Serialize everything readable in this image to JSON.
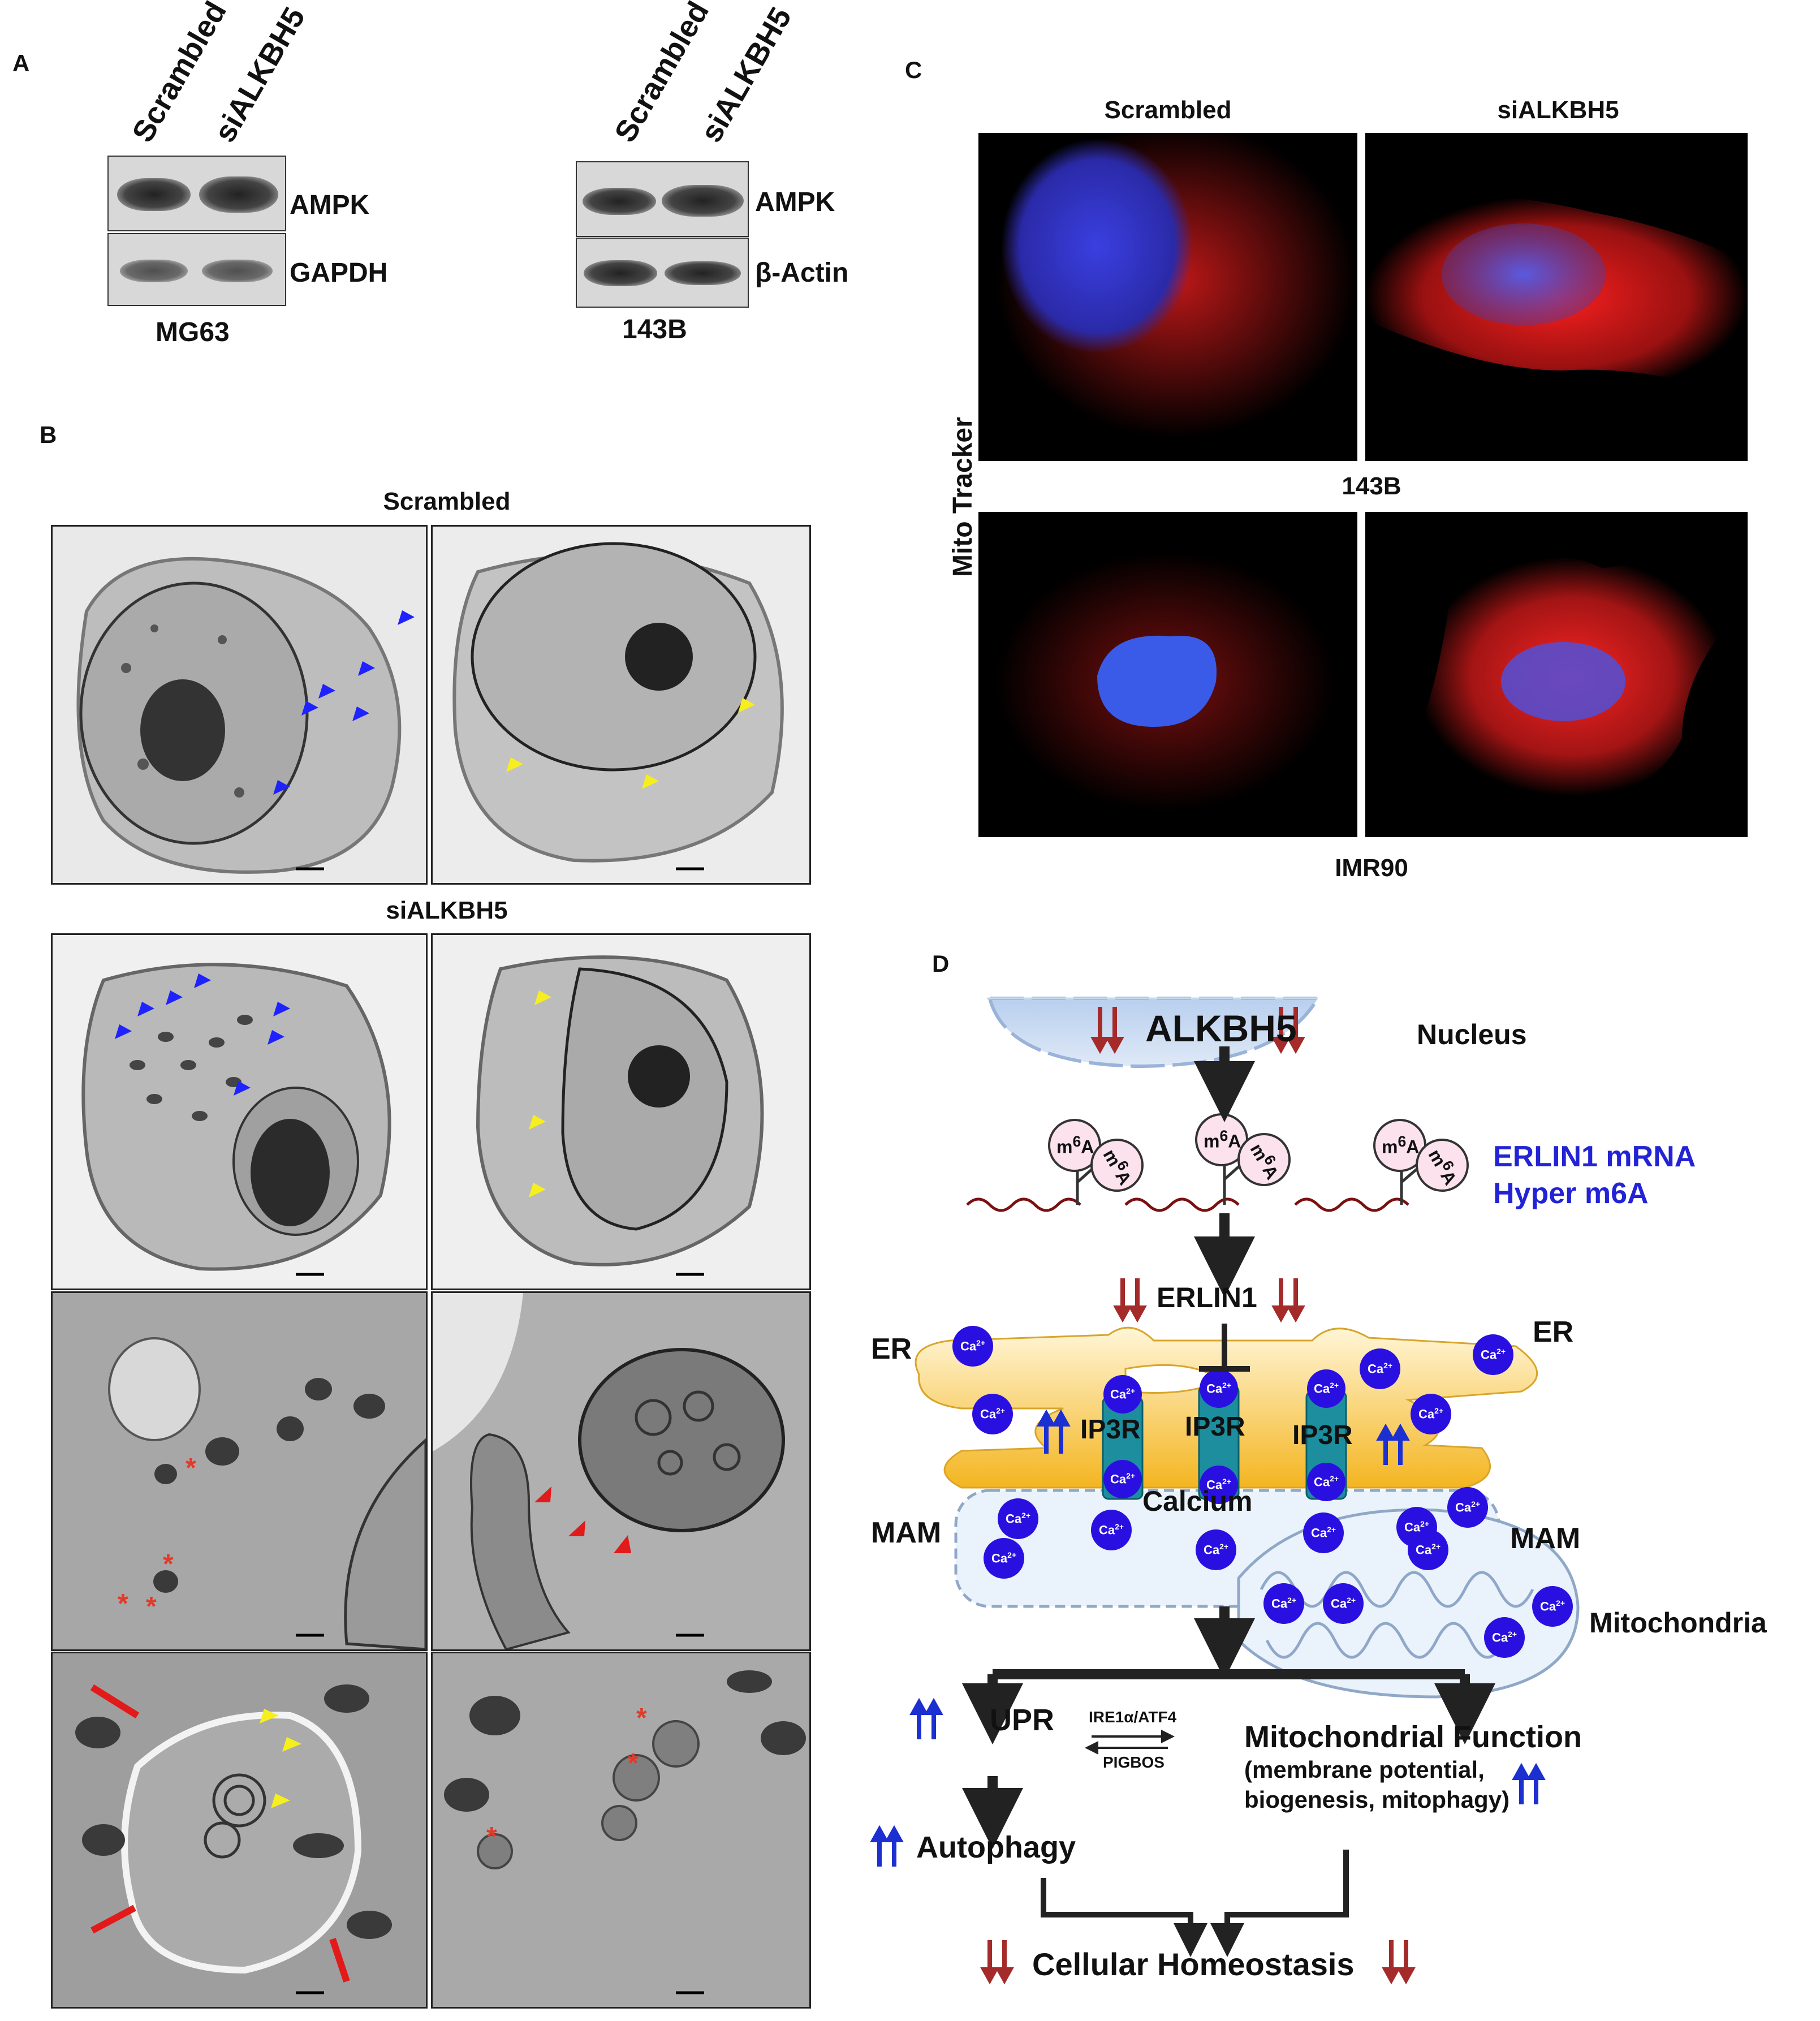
{
  "panels": {
    "a": {
      "letter": "A",
      "lanes": [
        "Scrambled",
        "siALKBH5"
      ],
      "blots": [
        {
          "cell_line": "MG63",
          "proteins": [
            "AMPK",
            "GAPDH"
          ]
        },
        {
          "cell_line": "143B",
          "proteins": [
            "AMPK",
            "β-Actin"
          ]
        }
      ]
    },
    "b": {
      "letter": "B",
      "group_labels": [
        "Scrambled",
        "siALKBH5"
      ]
    },
    "c": {
      "letter": "C",
      "column_labels": [
        "Scrambled",
        "siALKBH5"
      ],
      "row_label": "Mito Tracker",
      "cell_lines": [
        "143B",
        "IMR90"
      ]
    },
    "d": {
      "letter": "D",
      "alkbh5": "ALKBH5",
      "nucleus": "Nucleus",
      "m6a": "m6A",
      "erlin1_mrna": "ERLIN1 mRNA",
      "hyper_m6a": "Hyper m6A",
      "erlin1": "ERLIN1",
      "er": "ER",
      "ip3r": "IP3R",
      "calcium": "Calcium",
      "mam": "MAM",
      "ca": "Ca2+",
      "mitochondria": "Mitochondria",
      "upr": "UPR",
      "ire": "IRE1α/ATF4",
      "pigbos": "PIGBOS",
      "mito_function": "Mitochondrial Function",
      "mito_detail_1": "(membrane potential,",
      "mito_detail_2": "biogenesis, mitophagy)",
      "autophagy": "Autophagy",
      "homeostasis": "Cellular Homeostasis"
    }
  },
  "colors": {
    "blue_text": "#2323d6",
    "down_arrow": "#a52a2a",
    "up_arrow": "#1c2fd1",
    "calcium_dot": "#2a10e0",
    "er_fill": "#f5c842",
    "mito_red": "#d21a1a",
    "nucleus_blue": "#3040d0"
  }
}
